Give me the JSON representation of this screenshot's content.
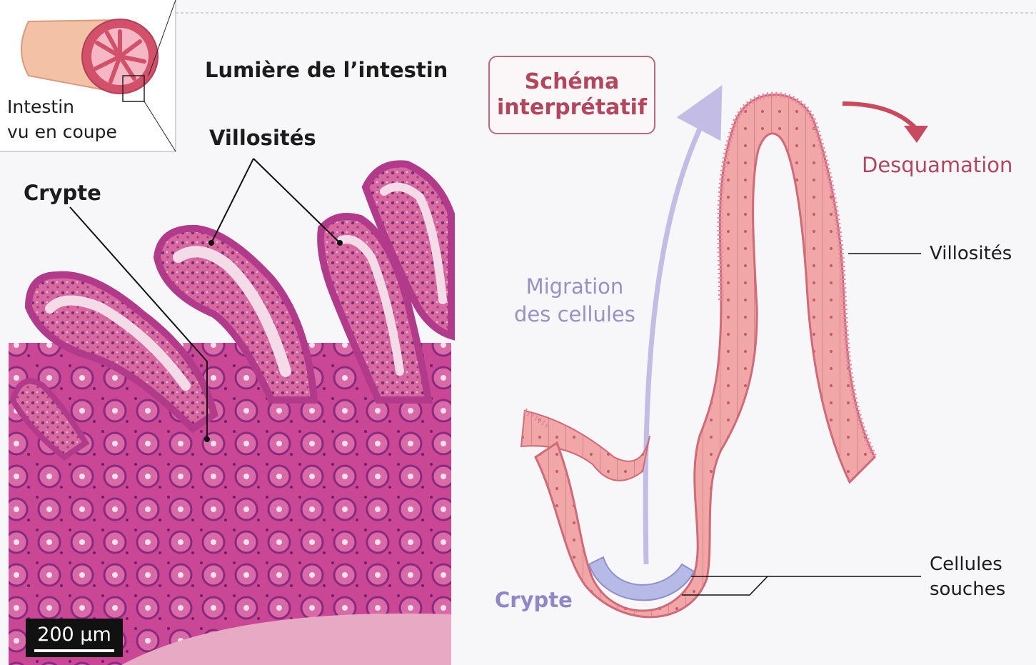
{
  "inset": {
    "label_line1": "Intestin",
    "label_line2": "vu en coupe"
  },
  "micrograph": {
    "lumen_label": "Lumière de l’intestin",
    "villi_label": "Villosités",
    "crypt_label": "Crypte",
    "scale_bar": "200 µm"
  },
  "schema": {
    "title_line1": "Schéma",
    "title_line2": "interprétatif",
    "migration_line1": "Migration",
    "migration_line2": "des cellules",
    "desquamation_label": "Desquamation",
    "villi_label": "Villosités",
    "crypt_label": "Crypte",
    "stem_cells_line1": "Cellules",
    "stem_cells_line2": "souches"
  },
  "colors": {
    "tissue_pink": "#d1559f",
    "epithelium": "#f1a3a7",
    "stem_cells": "#b7b9e6",
    "accent_text": "#b2465c",
    "migration_arrow": "#c3bde6"
  }
}
